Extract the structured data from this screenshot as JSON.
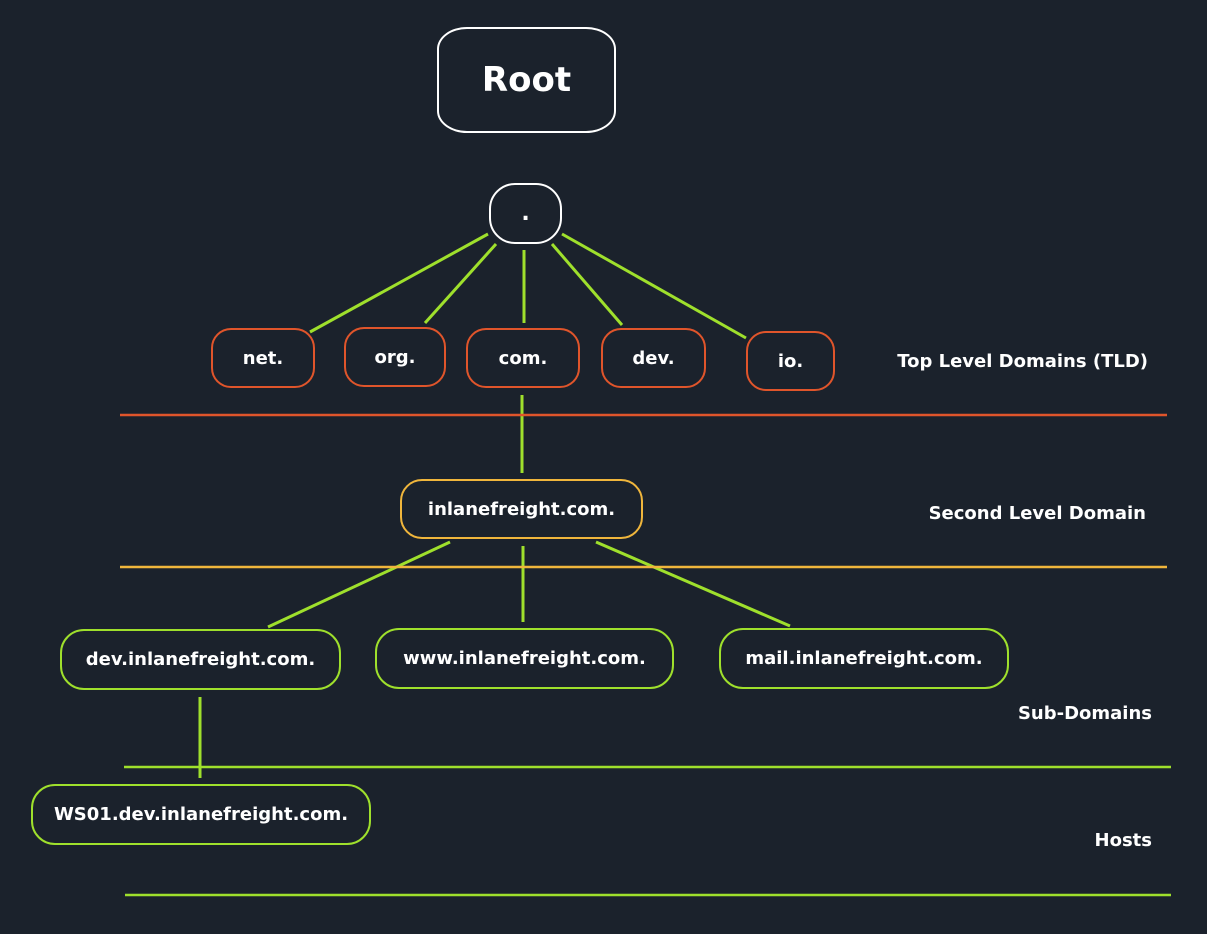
{
  "diagram": {
    "root_label": "Root",
    "dot_label": ".",
    "tlds": [
      "net.",
      "org.",
      "com.",
      "dev.",
      "io."
    ],
    "second_level": "inlanefreight.com.",
    "subdomains": [
      "dev.inlanefreight.com.",
      "www.inlanefreight.com.",
      "mail.inlanefreight.com."
    ],
    "host": "WS01.dev.inlanefreight.com.",
    "levels": {
      "tld": "Top Level Domains (TLD)",
      "sld": "Second Level Domain",
      "sub": "Sub-Domains",
      "hosts": "Hosts"
    },
    "colors": {
      "background": "#1b222c",
      "tld": "#e0552b",
      "second_level": "#f0b63c",
      "subdomain": "#9fe02c",
      "root": "#ffffff"
    }
  }
}
